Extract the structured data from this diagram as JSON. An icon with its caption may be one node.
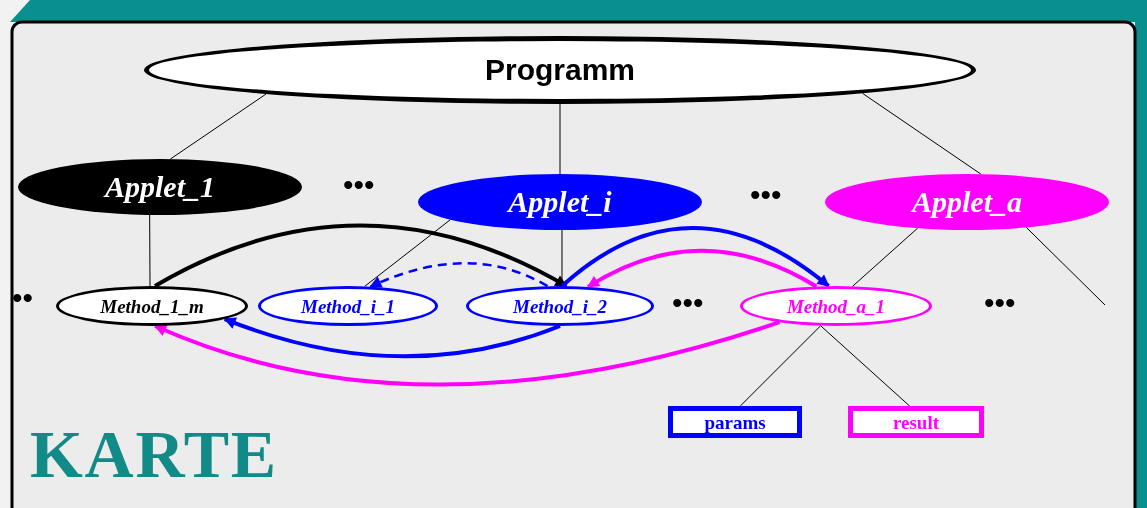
{
  "diagram": {
    "nodes": [
      {
        "text": [
          "Programm"
        ]
      },
      {
        "text": [
          "Applet_1"
        ]
      },
      {
        "text": [
          "Applet_i"
        ]
      },
      {
        "text": [
          "Applet_a"
        ]
      },
      {
        "text": [
          "Method_1_m"
        ]
      },
      {
        "text": [
          "Method_i_1"
        ]
      },
      {
        "text": [
          "Method_i_2"
        ]
      },
      {
        "text": [
          "Method_a_1"
        ]
      },
      {
        "text": [
          "params"
        ]
      },
      {
        "text": [
          "result"
        ]
      }
    ],
    "edges": [
      {
        "from": 0,
        "to": 1,
        "arrow": "none"
      },
      {
        "from": 0,
        "to": 2,
        "arrow": "none"
      },
      {
        "from": 0,
        "to": 3,
        "arrow": "none"
      },
      {
        "from": 3,
        "to": null,
        "arrow": "none"
      },
      {
        "from": 1,
        "to": 4,
        "arrow": "none"
      },
      {
        "from": 2,
        "to": 5,
        "arrow": "none"
      },
      {
        "from": 2,
        "to": 6,
        "arrow": "none"
      },
      {
        "from": 3,
        "to": 7,
        "arrow": "none"
      },
      {
        "from": 7,
        "to": 8,
        "arrow": "none"
      },
      {
        "from": 7,
        "to": 9,
        "arrow": "none"
      },
      {
        "from": 4,
        "to": 6,
        "arrow": "to",
        "style": "thick"
      },
      {
        "from": 6,
        "to": 5,
        "arrow": "to",
        "style": "dashed",
        "color": "#0000ff"
      },
      {
        "from": 6,
        "to": 7,
        "arrow": "to",
        "style": "thick",
        "color": "#0000ff"
      },
      {
        "from": 7,
        "to": 6,
        "arrow": "to",
        "style": "thick",
        "color": "#ff00ff"
      },
      {
        "from": 6,
        "to": 4,
        "arrow": "to",
        "style": "thick",
        "color": "#0000ff"
      },
      {
        "from": 7,
        "to": 4,
        "arrow": "to",
        "style": "thick",
        "color": "#ff00ff"
      }
    ],
    "labels": [
      "•••",
      "•••",
      "••",
      "•••",
      "•••",
      "KARTE"
    ]
  }
}
